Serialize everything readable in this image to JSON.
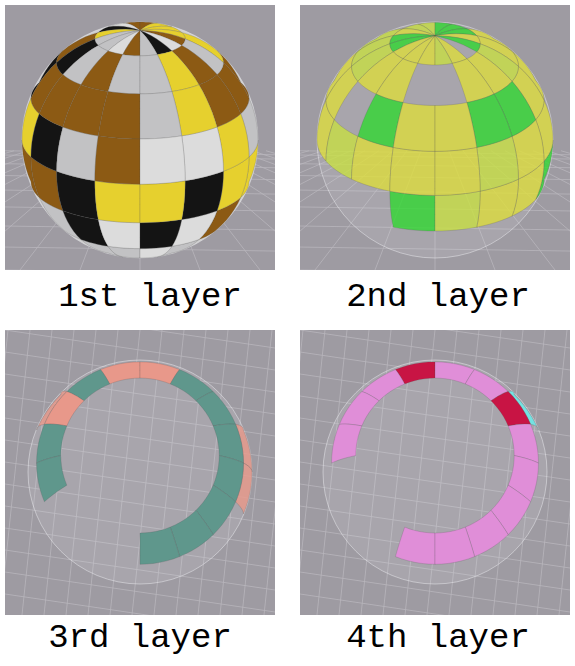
{
  "diagram": {
    "labels": [
      "1st layer",
      "2nd layer",
      "3rd layer",
      "4th layer"
    ]
  }
}
